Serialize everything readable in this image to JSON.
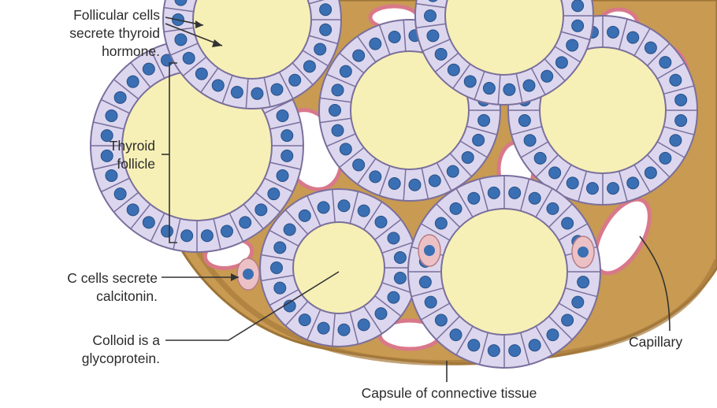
{
  "labels": {
    "follicular_cells": [
      "Follicular cells",
      "secrete thyroid",
      "hormone."
    ],
    "thyroid_follicle": [
      "Thyroid",
      "follicle"
    ],
    "c_cells": [
      "C cells secrete",
      "calcitonin."
    ],
    "colloid": [
      "Colloid is a",
      "glycoprotein."
    ],
    "capillary": "Capillary",
    "capsule": "Capsule of connective tissue"
  },
  "colors": {
    "colloid": "#f6f0b6",
    "cell": "#dcd7ee",
    "cell_border": "#7a6f9c",
    "nucleus": "#3a6fb3",
    "connective_tissue": "#c89a52",
    "capillary_wall": "#d9788a",
    "c_cell": "#ecc1c6",
    "leader_line": "#333333"
  }
}
